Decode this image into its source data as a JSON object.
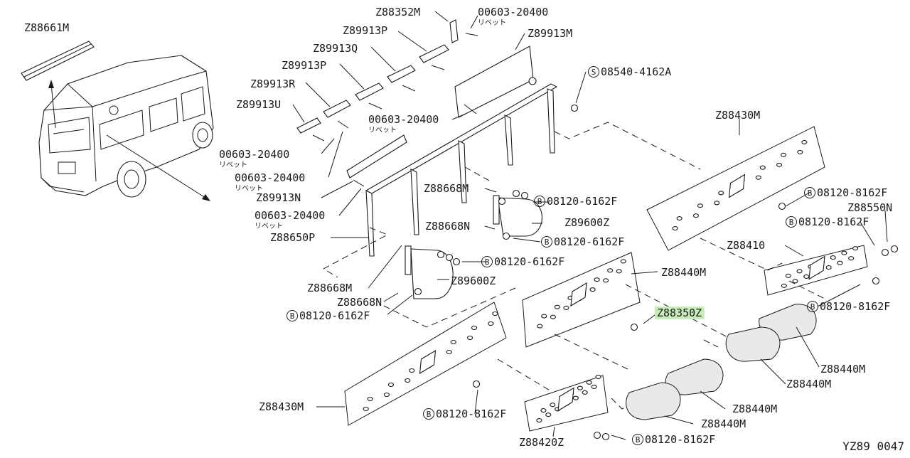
{
  "diagram": {
    "callouts": [
      {
        "id": "z88661m",
        "text": "Z88661M"
      },
      {
        "id": "z88352m",
        "text": "Z88352M"
      },
      {
        "id": "rivet-1",
        "text": "00603-20400",
        "sub": "リベット"
      },
      {
        "id": "z89913p-top",
        "text": "Z89913P"
      },
      {
        "id": "z89913m",
        "text": "Z89913M"
      },
      {
        "id": "z89913q",
        "text": "Z89913Q"
      },
      {
        "id": "z89913p-mid",
        "text": "Z89913P"
      },
      {
        "id": "bolt-s08540",
        "text": "08540-4162A",
        "prefix": "S"
      },
      {
        "id": "z89913r",
        "text": "Z89913R"
      },
      {
        "id": "z89913u",
        "text": "Z89913U"
      },
      {
        "id": "rivet-2",
        "text": "00603-20400",
        "sub": "リベット"
      },
      {
        "id": "z88430m-top",
        "text": "Z88430M"
      },
      {
        "id": "rivet-3",
        "text": "00603-20400",
        "sub": "リベット"
      },
      {
        "id": "rivet-4",
        "text": "00603-20400",
        "sub": "リベット"
      },
      {
        "id": "z89913n",
        "text": "Z89913N"
      },
      {
        "id": "z88668m-1",
        "text": "Z88668M"
      },
      {
        "id": "bolt-b-1",
        "text": "08120-6162F",
        "prefix": "B"
      },
      {
        "id": "bolt-b-2",
        "text": "08120-8162F",
        "prefix": "B"
      },
      {
        "id": "z88550n",
        "text": "Z88550N"
      },
      {
        "id": "rivet-5",
        "text": "00603-20400",
        "sub": "リベット"
      },
      {
        "id": "z89600z-1",
        "text": "Z89600Z"
      },
      {
        "id": "bolt-b-3",
        "text": "08120-8162F",
        "prefix": "B"
      },
      {
        "id": "z88668n-1",
        "text": "Z88668N"
      },
      {
        "id": "bolt-b-4",
        "text": "08120-6162F",
        "prefix": "B"
      },
      {
        "id": "z88650p",
        "text": "Z88650P"
      },
      {
        "id": "z88410",
        "text": "Z88410"
      },
      {
        "id": "bolt-b-5",
        "text": "08120-6162F",
        "prefix": "B"
      },
      {
        "id": "z88440m-1",
        "text": "Z88440M"
      },
      {
        "id": "z89600z-2",
        "text": "Z89600Z"
      },
      {
        "id": "z88668m-2",
        "text": "Z88668M"
      },
      {
        "id": "bolt-b-6",
        "text": "08120-8162F",
        "prefix": "B"
      },
      {
        "id": "z88668n-2",
        "text": "Z88668N"
      },
      {
        "id": "z88350z",
        "text": "Z88350Z",
        "highlight": true
      },
      {
        "id": "bolt-b-7",
        "text": "08120-6162F",
        "prefix": "B"
      },
      {
        "id": "z88440m-2",
        "text": "Z88440M"
      },
      {
        "id": "z88440m-3",
        "text": "Z88440M"
      },
      {
        "id": "z88430m-bottom",
        "text": "Z88430M"
      },
      {
        "id": "z88440m-4",
        "text": "Z88440M"
      },
      {
        "id": "bolt-b-8",
        "text": "08120-8162F",
        "prefix": "B"
      },
      {
        "id": "z88440m-5",
        "text": "Z88440M"
      },
      {
        "id": "z88420z",
        "text": "Z88420Z"
      },
      {
        "id": "bolt-b-9",
        "text": "08120-8162F",
        "prefix": "B"
      }
    ],
    "figure_code": "YZ89 0047",
    "highlight_color": "#c8ecb8",
    "line_color": "#1a1a1a"
  }
}
